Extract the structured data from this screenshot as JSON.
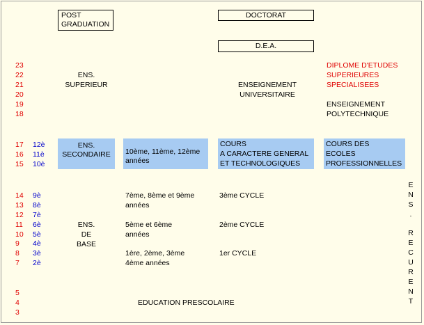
{
  "ages": [
    "23",
    "22",
    "21",
    "20",
    "19",
    "18",
    "17",
    "16",
    "15",
    "14",
    "13",
    "12",
    "11",
    "10",
    "9",
    "8",
    "7",
    "5",
    "4",
    "3"
  ],
  "grades": [
    "12è",
    "11è",
    "10è",
    "9è",
    "8è",
    "7è",
    "6è",
    "5è",
    "4è",
    "3è",
    "2è"
  ],
  "boxes": {
    "post_graduation": [
      "POST",
      "GRADUATION"
    ],
    "doctorat": "DOCTORAT",
    "dea": "D.E.A."
  },
  "columns": {
    "ens_superieur": [
      "ENS.",
      "SUPERIEUR"
    ],
    "ens_secondaire": [
      "ENS.",
      "SECONDAIRE"
    ],
    "ens_de_base": [
      "ENS.",
      "DE",
      "BASE"
    ],
    "enseignement_universitaire": [
      "ENSEIGNEMENT",
      "UNIVERSITAIRE"
    ],
    "diplome_etudes": [
      "DIPLOME D'ETUDES",
      "SUPERIEURES",
      "SPECIALISEES"
    ],
    "enseignement_polytechnique": [
      "ENSEIGNEMENT",
      "POLYTECHNIQUE"
    ],
    "secondary_years": [
      "10ème, 11ème, 12ème",
      "années"
    ],
    "cours_general": [
      "COURS",
      "A CARACTERE GENERAL",
      "ET TECHNOLOGIQUES"
    ],
    "cours_ecoles": [
      "COURS DES",
      "ECOLES",
      "PROFESSIONNELLES"
    ],
    "years_7_9": [
      "7ème, 8ème et 9ème",
      "années"
    ],
    "years_5_6": [
      "5ème et 6ème",
      "années"
    ],
    "years_1_4": [
      "1ère, 2ème, 3ème",
      "4ème années"
    ],
    "cycle_3": "3ème CYCLE",
    "cycle_2": "2ème CYCLE",
    "cycle_1": "1er CYCLE",
    "prescolaire": "EDUCATION PRESCOLAIRE",
    "ens_recurrent": [
      "E",
      "N",
      "S",
      ".",
      "",
      "R",
      "E",
      "C",
      "U",
      "R",
      "E",
      "N",
      "T"
    ]
  },
  "colors": {
    "background": "#fffdea",
    "highlight": "#a7cbf2",
    "age": "#e00000",
    "grade": "#0000cc",
    "diploma": "#e00000"
  }
}
